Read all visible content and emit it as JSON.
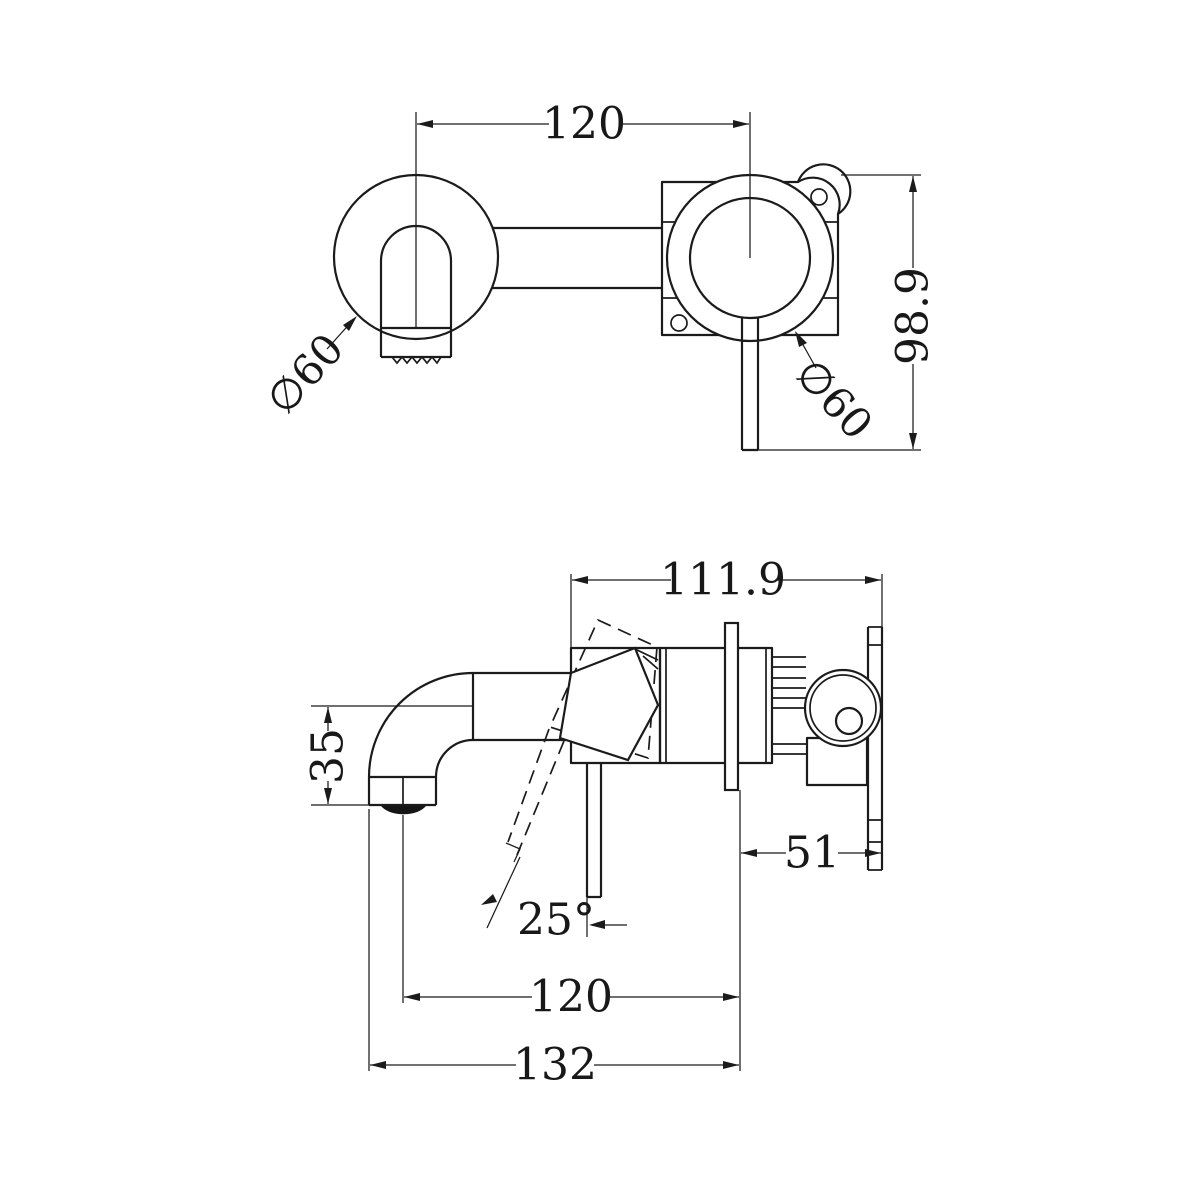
{
  "drawing": {
    "front": {
      "dim_centers": "120",
      "dim_height": "98.9",
      "dia_spout": "∅60",
      "dia_mixer": "∅60"
    },
    "side": {
      "dim_depth": "111.9",
      "dim_spout_drop": "35",
      "dim_wall": "51",
      "dim_angle": "25°",
      "dim_reach_center": "120",
      "dim_reach_total": "132"
    },
    "colors": {
      "line": "#1b1b1b",
      "background": "#ffffff"
    }
  }
}
